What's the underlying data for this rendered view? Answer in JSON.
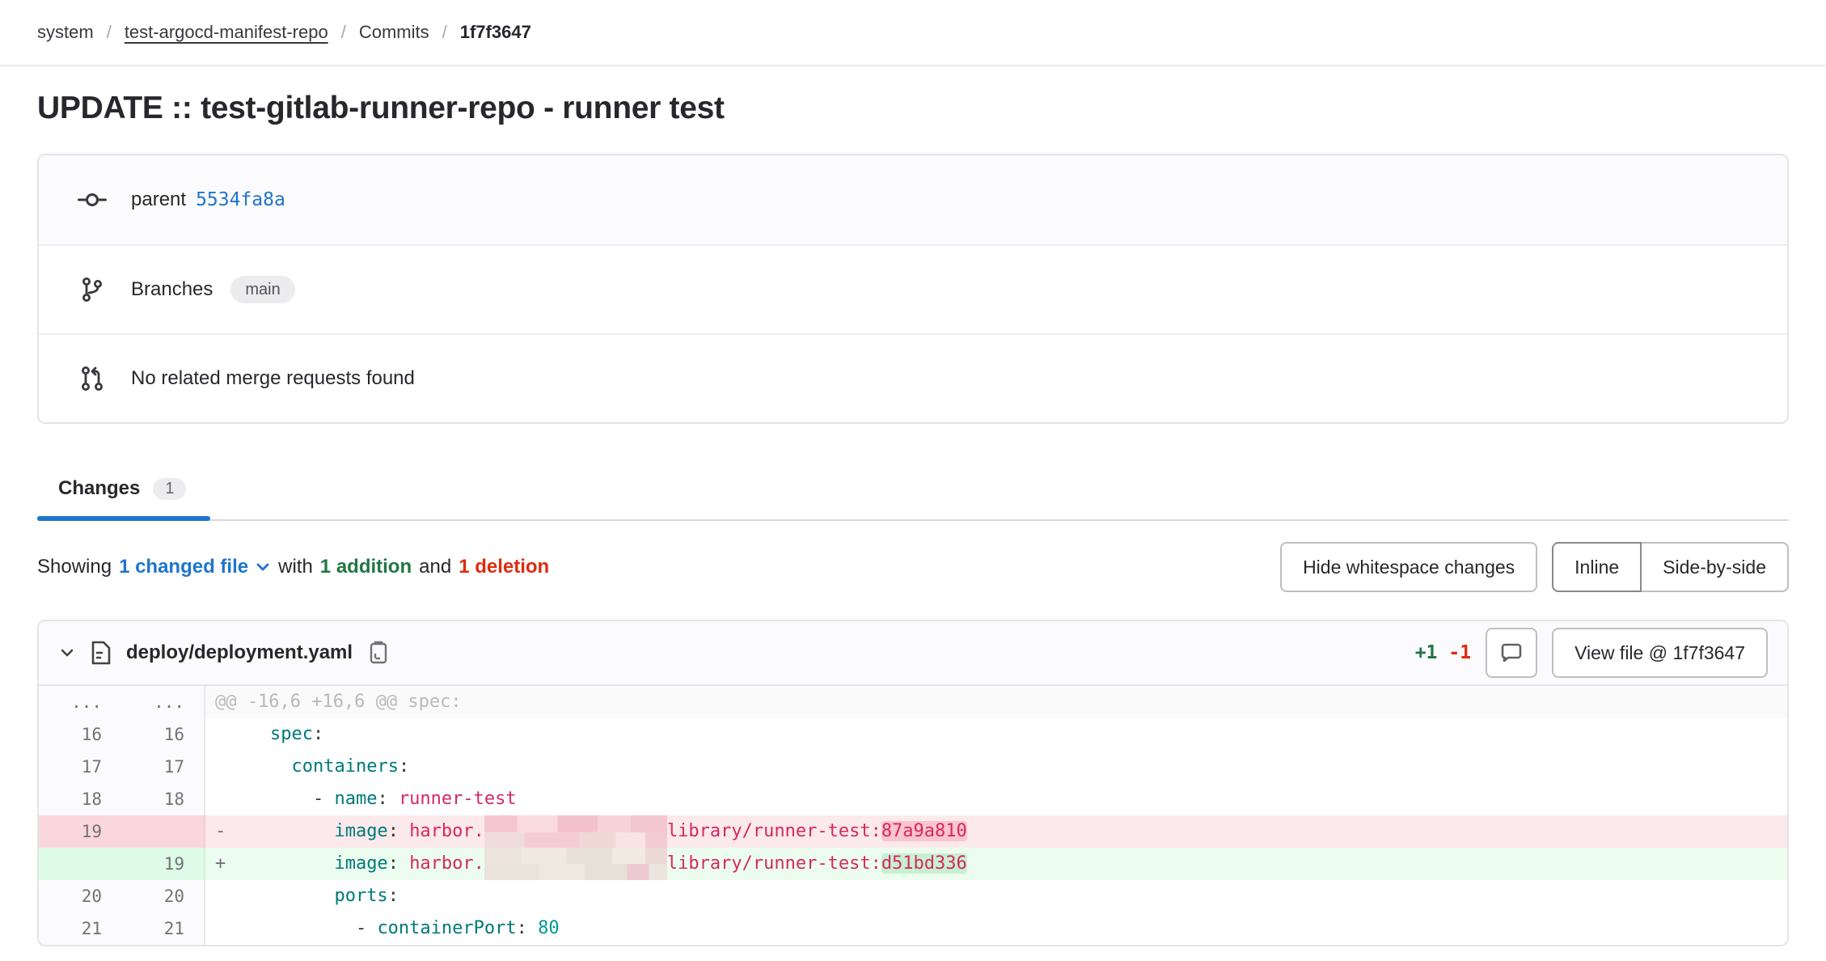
{
  "breadcrumb": {
    "separator": "/",
    "items": [
      {
        "label": "system"
      },
      {
        "label": "test-argocd-manifest-repo"
      },
      {
        "label": "Commits"
      },
      {
        "label": "1f7f3647"
      }
    ]
  },
  "commit": {
    "title": "UPDATE :: test-gitlab-runner-repo - runner test",
    "parent_label": "parent",
    "parent_sha": "5534fa8a",
    "branches_label": "Branches",
    "branch_badge": "main",
    "merge_request_text": "No related merge requests found"
  },
  "tabs": {
    "changes_label": "Changes",
    "changes_count": "1"
  },
  "controls": {
    "showing": "Showing",
    "changed_file": "1 changed file",
    "with": "with",
    "addition": "1 addition",
    "and": "and",
    "deletion": "1 deletion",
    "hide_whitespace_label": "Hide whitespace changes",
    "inline_label": "Inline",
    "side_by_side_label": "Side-by-side"
  },
  "file": {
    "name": "deploy/deployment.yaml",
    "additions": "+1",
    "deletions": "-1",
    "view_file_label": "View file @ 1f7f3647"
  },
  "colors": {
    "link_blue": "#1f75cb",
    "addition_green": "#217645",
    "deletion_red": "#dd2b0e",
    "key_teal": "#00797a",
    "string_crimson": "#d6295f",
    "del_line_bg": "#fbe9eb",
    "del_gutter_bg": "#f9d7dc",
    "del_highlight_bg": "#fac5cd",
    "add_line_bg": "#ecfdf0",
    "add_gutter_bg": "#ddfbe6",
    "add_highlight_bg": "#c7f0d2"
  },
  "diff": {
    "lines": [
      {
        "kind": "hunk",
        "old": "...",
        "new": "...",
        "marker": "",
        "segments": [
          {
            "t": "hunk",
            "s": "@@ -16,6 +16,6 @@ spec:"
          }
        ]
      },
      {
        "kind": "ctx",
        "old": "16",
        "new": "16",
        "marker": " ",
        "segments": [
          {
            "t": "plain",
            "s": "    "
          },
          {
            "t": "key",
            "s": "spec"
          },
          {
            "t": "plain",
            "s": ":"
          }
        ]
      },
      {
        "kind": "ctx",
        "old": "17",
        "new": "17",
        "marker": " ",
        "segments": [
          {
            "t": "plain",
            "s": "      "
          },
          {
            "t": "key",
            "s": "containers"
          },
          {
            "t": "plain",
            "s": ":"
          }
        ]
      },
      {
        "kind": "ctx",
        "old": "18",
        "new": "18",
        "marker": " ",
        "segments": [
          {
            "t": "plain",
            "s": "        - "
          },
          {
            "t": "key",
            "s": "name"
          },
          {
            "t": "plain",
            "s": ": "
          },
          {
            "t": "str",
            "s": "runner-test"
          }
        ]
      },
      {
        "kind": "del",
        "old": "19",
        "new": "",
        "marker": "-",
        "segments": [
          {
            "t": "plain",
            "s": "          "
          },
          {
            "t": "key",
            "s": "image"
          },
          {
            "t": "plain",
            "s": ": "
          },
          {
            "t": "str",
            "s": "harbor."
          },
          {
            "t": "censor"
          },
          {
            "t": "str",
            "s": "library/runner-test:"
          },
          {
            "t": "str",
            "s": "87a9a810",
            "hl": true
          }
        ]
      },
      {
        "kind": "add",
        "old": "",
        "new": "19",
        "marker": "+",
        "segments": [
          {
            "t": "plain",
            "s": "          "
          },
          {
            "t": "key",
            "s": "image"
          },
          {
            "t": "plain",
            "s": ": "
          },
          {
            "t": "str",
            "s": "harbor."
          },
          {
            "t": "censor"
          },
          {
            "t": "str",
            "s": "library/runner-test:"
          },
          {
            "t": "str",
            "s": "d51bd336",
            "hl": true
          }
        ]
      },
      {
        "kind": "ctx",
        "old": "20",
        "new": "20",
        "marker": " ",
        "segments": [
          {
            "t": "plain",
            "s": "          "
          },
          {
            "t": "key",
            "s": "ports"
          },
          {
            "t": "plain",
            "s": ":"
          }
        ]
      },
      {
        "kind": "ctx",
        "old": "21",
        "new": "21",
        "marker": " ",
        "segments": [
          {
            "t": "plain",
            "s": "            - "
          },
          {
            "t": "key",
            "s": "containerPort"
          },
          {
            "t": "plain",
            "s": ": "
          },
          {
            "t": "num",
            "s": "80"
          }
        ]
      }
    ]
  }
}
